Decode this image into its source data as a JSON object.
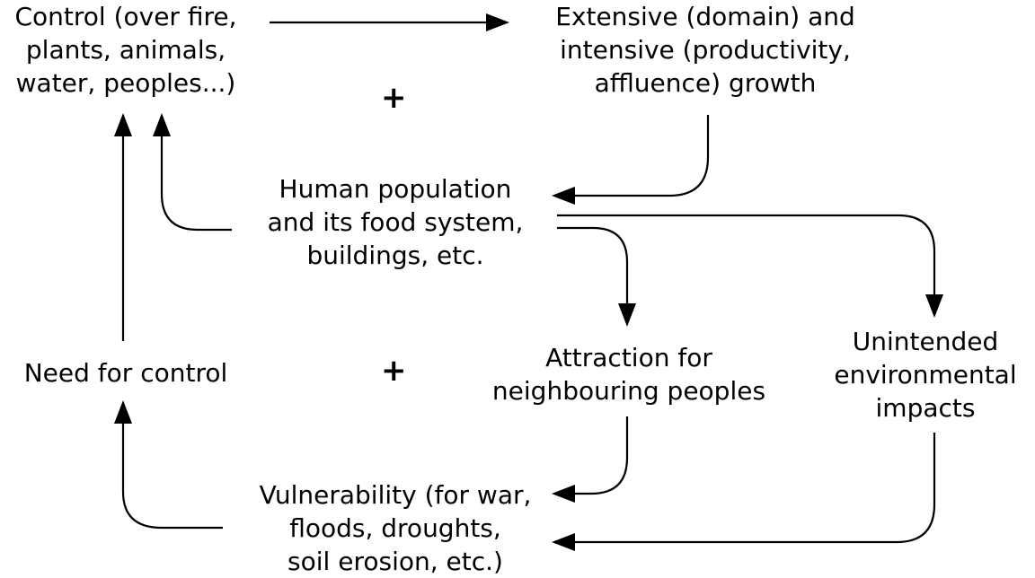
{
  "nodes": {
    "control": [
      "Control (over fire,",
      "plants, animals,",
      "water, peoples...)"
    ],
    "growth": [
      "Extensive (domain) and",
      "intensive (productivity,",
      "affluence) growth"
    ],
    "human": [
      "Human population",
      "and its food system,",
      "buildings, etc."
    ],
    "need": [
      "Need for control"
    ],
    "attraction": [
      "Attraction for",
      "neighbouring peoples"
    ],
    "impacts": [
      "Unintended",
      "environmental",
      "impacts"
    ],
    "vulnerability": [
      "Vulnerability (for war,",
      "floods, droughts,",
      "soil erosion, etc.)"
    ]
  },
  "signs": {
    "top": "+",
    "middle": "+"
  }
}
